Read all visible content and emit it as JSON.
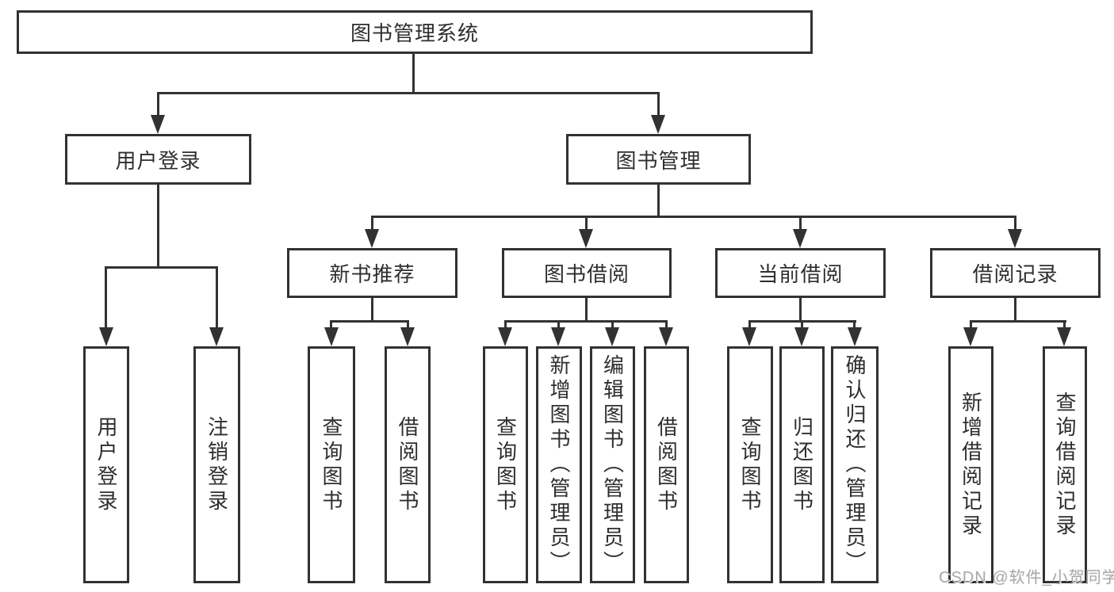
{
  "diagram": {
    "title": "图书管理系统",
    "branches": {
      "user_login": {
        "label": "用户登录",
        "children": [
          "用户登录",
          "注销登录"
        ]
      },
      "book_management": {
        "label": "图书管理",
        "sections": [
          {
            "label": "新书推荐",
            "children": [
              "查询图书",
              "借阅图书"
            ]
          },
          {
            "label": "图书借阅",
            "children": [
              "查询图书",
              "新增图书（管理员）",
              "编辑图书（管理员）",
              "借阅图书"
            ]
          },
          {
            "label": "当前借阅",
            "children": [
              "查询图书",
              "归还图书",
              "确认归还（管理员）"
            ]
          },
          {
            "label": "借阅记录",
            "children": [
              "新增借阅记录",
              "查询借阅记录"
            ]
          }
        ]
      }
    }
  },
  "watermark": {
    "text": "CSDN @软件_小贺同学"
  },
  "colors": {
    "line": "#323232",
    "text": "#2e2e2e",
    "background": "#ffffff",
    "watermark": "#a9a9a9"
  }
}
